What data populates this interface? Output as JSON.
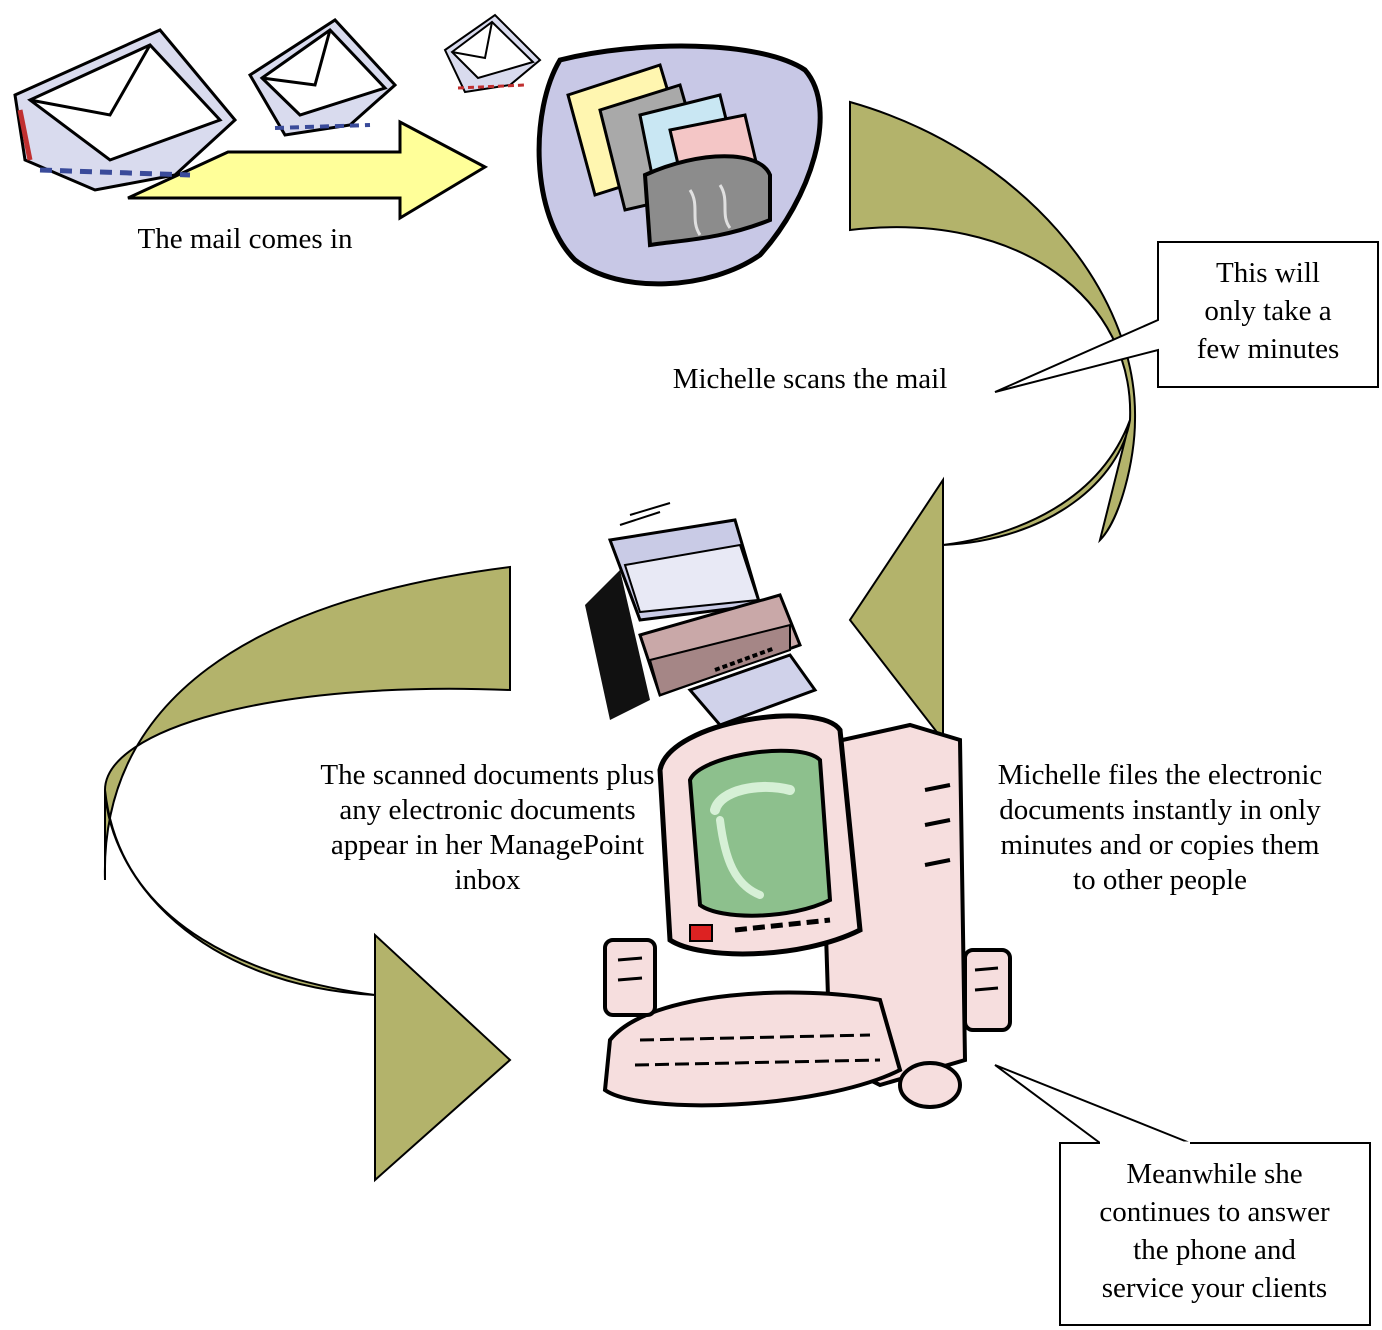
{
  "steps": {
    "mail_comes_in": "The mail comes in",
    "scans_mail": "Michelle scans the mail",
    "scanned_documents": [
      "The scanned documents plus",
      "any electronic documents",
      "appear in her ManagePoint",
      "inbox"
    ],
    "files_documents": [
      "Michelle files the electronic",
      "documents instantly in only",
      "minutes and or copies them",
      "to other people"
    ]
  },
  "callouts": {
    "few_minutes": [
      "This will",
      "only take a",
      "few minutes"
    ],
    "meanwhile": [
      "Meanwhile she",
      "continues to answer",
      "the phone and",
      "service your clients"
    ]
  },
  "icons": [
    "envelope-icon",
    "mail-folder-icon",
    "printer-icon",
    "computer-icon"
  ],
  "colors": {
    "curved_arrow": "#b3b36b",
    "straight_arrow": "#ffff99",
    "organizer_bg": "#c8c8e6",
    "screen": "#8dc08d"
  }
}
